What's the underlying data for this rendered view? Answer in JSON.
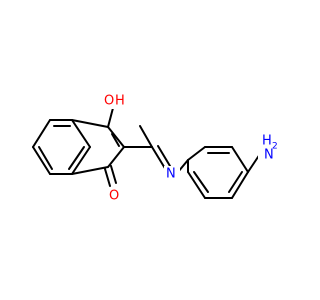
{
  "atoms": {
    "hydroxyl_o": "O",
    "hydroxyl_h": "H",
    "ketone_o": "O",
    "imine_n": "N",
    "amine_h": "H",
    "amine_h2_sub": "2",
    "amine_n": "N"
  },
  "colors": {
    "bond": "#000000",
    "oxygen": "#ff0000",
    "nitrogen": "#0000ff",
    "background": "#ffffff"
  }
}
